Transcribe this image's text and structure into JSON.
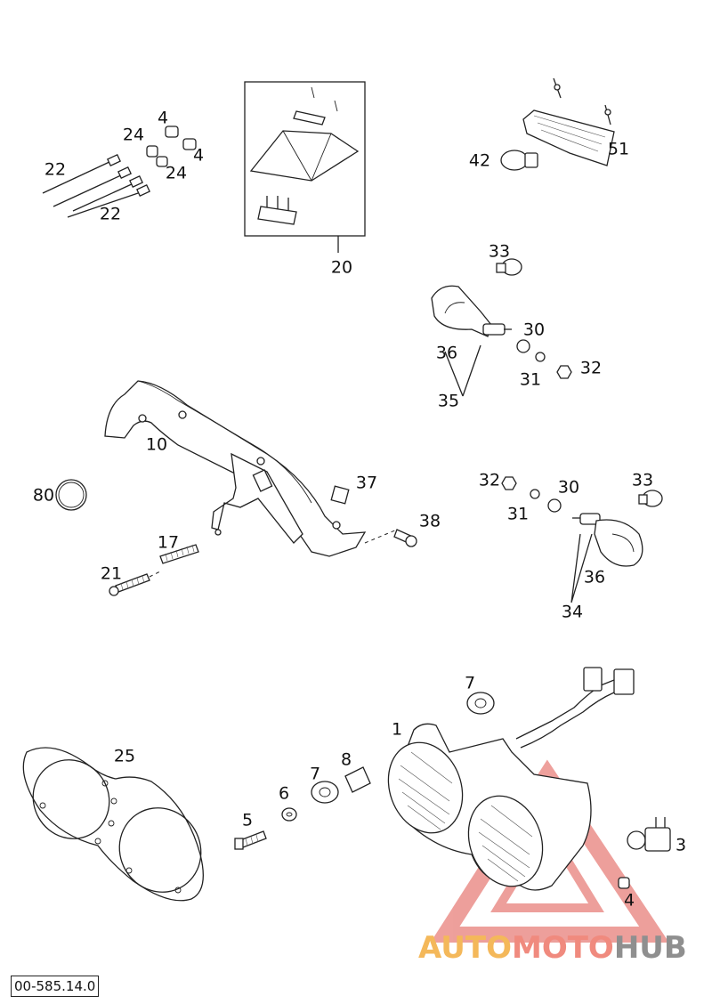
{
  "diagram_code": "00-585.14.0",
  "watermark": {
    "part1": "AUTO",
    "part2": "MOTO",
    "part3": "HUB",
    "color1": "#f4b85a",
    "color2": "#f08a7e",
    "color3": "#8f8f8f"
  },
  "callouts": [
    "22",
    "24",
    "4",
    "24",
    "4",
    "22",
    "20",
    "42",
    "51",
    "33",
    "30",
    "36",
    "31",
    "32",
    "35",
    "10",
    "37",
    "38",
    "80",
    "17",
    "21",
    "32",
    "30",
    "33",
    "31",
    "36",
    "34",
    "7",
    "1",
    "25",
    "8",
    "7",
    "6",
    "5",
    "3",
    "4"
  ]
}
